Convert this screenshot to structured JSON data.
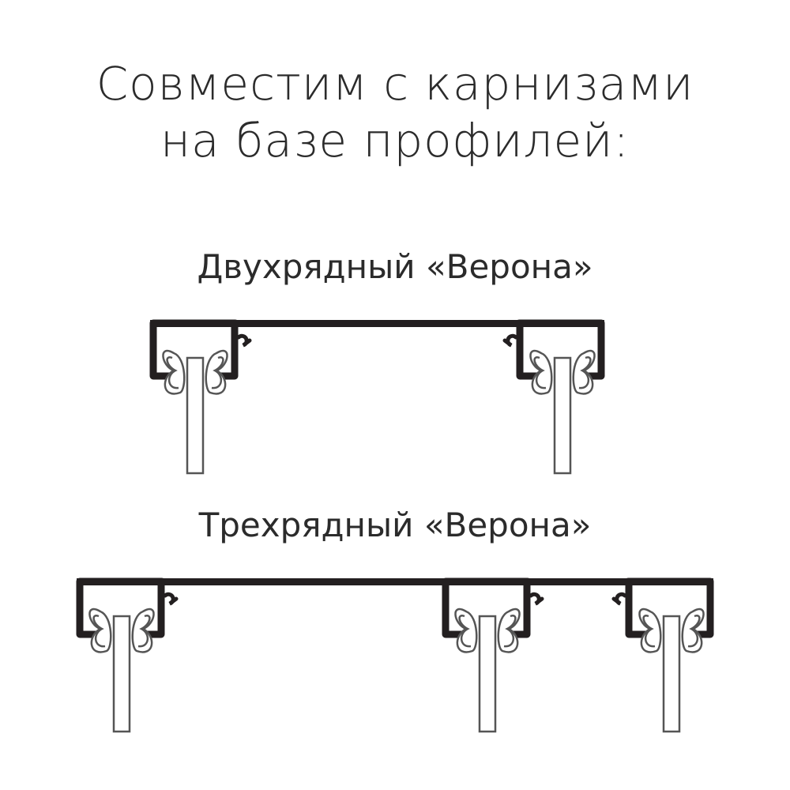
{
  "heading": {
    "line1": "Совместим с карнизами",
    "line2": "на базе профилей:"
  },
  "profiles": [
    {
      "label": "Двухрядный «Верона»",
      "rows": 2
    },
    {
      "label": "Трехрядный «Верона»",
      "rows": 3
    }
  ],
  "colors": {
    "profile": "#231f20",
    "runner": "#555555",
    "text": "#2b2b2b"
  }
}
